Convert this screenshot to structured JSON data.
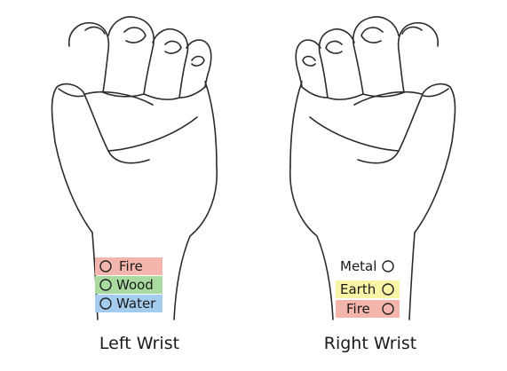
{
  "left_wrist": {
    "caption": "Left Wrist",
    "points": [
      {
        "label": "Fire",
        "color": "#f4b5ac"
      },
      {
        "label": "Wood",
        "color": "#a9dba1"
      },
      {
        "label": "Water",
        "color": "#a3ccef"
      }
    ]
  },
  "right_wrist": {
    "caption": "Right Wrist",
    "points": [
      {
        "label": "Metal",
        "color": "#ffffff"
      },
      {
        "label": "Earth",
        "color": "#f8f5a6"
      },
      {
        "label": "Fire",
        "color": "#f4b5ac"
      }
    ]
  }
}
